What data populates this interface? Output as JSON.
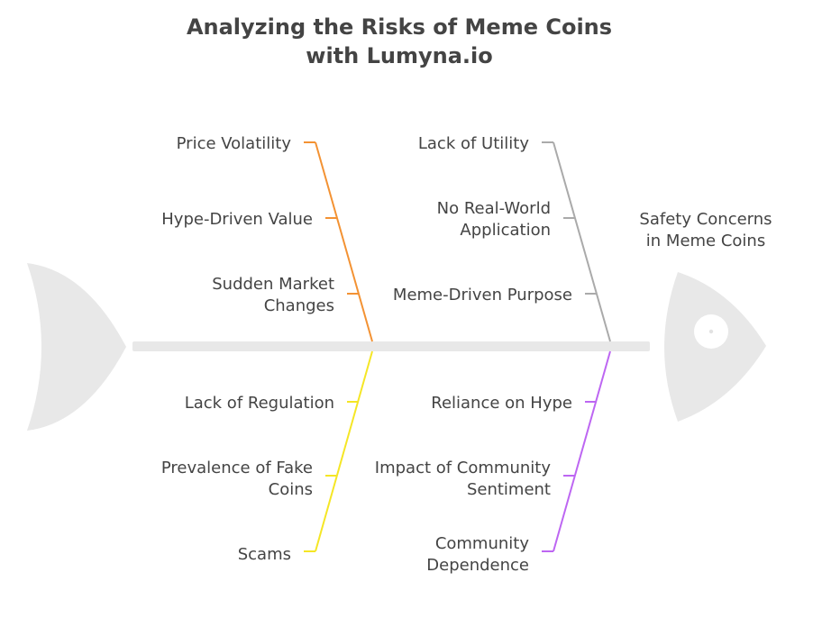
{
  "title": [
    "Analyzing the Risks of Meme Coins",
    "with Lumyna.io"
  ],
  "effect": [
    "Safety Concerns",
    "in Meme Coins"
  ],
  "colors": {
    "fish": "#e8e8e8",
    "text": "#444444",
    "volatility": "#f39233",
    "utility": "#aaaaaa",
    "regulation": "#f5e625",
    "community": "#bd66f2"
  },
  "categories": [
    {
      "id": "volatility",
      "causes": [
        [
          "Price Volatility"
        ],
        [
          "Hype-Driven Value"
        ],
        [
          "Sudden Market",
          "Changes"
        ]
      ]
    },
    {
      "id": "utility",
      "causes": [
        [
          "Lack of Utility"
        ],
        [
          "No Real-World",
          "Application"
        ],
        [
          "Meme-Driven Purpose"
        ]
      ]
    },
    {
      "id": "regulation",
      "causes": [
        [
          "Lack of Regulation"
        ],
        [
          "Prevalence of Fake",
          "Coins"
        ],
        [
          "Scams"
        ]
      ]
    },
    {
      "id": "community",
      "causes": [
        [
          "Reliance on Hype"
        ],
        [
          "Impact of Community",
          "Sentiment"
        ],
        [
          "Community",
          "Dependence"
        ]
      ]
    }
  ]
}
